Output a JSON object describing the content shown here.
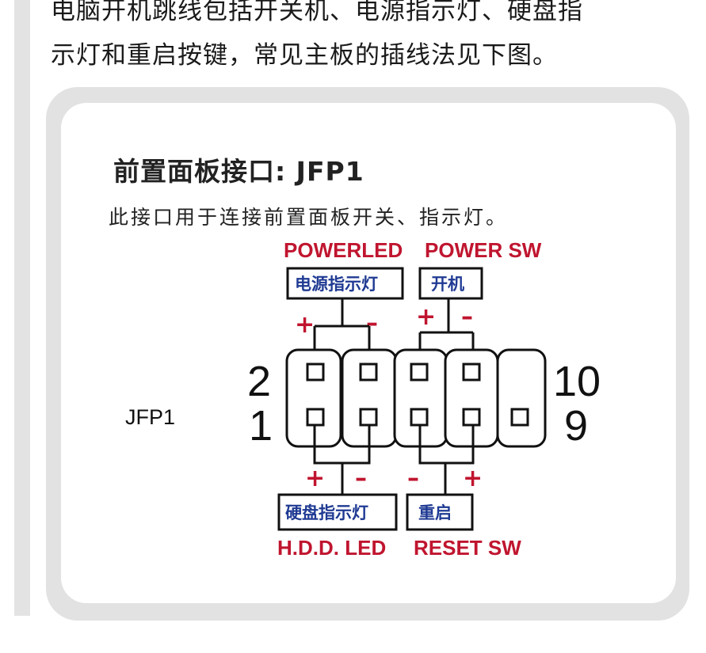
{
  "intro": {
    "line1": "电脑开机跳线包括开关机、电源指示灯、硬盘指",
    "line2": "示灯和重启按键，常见主板的插线法见下图。"
  },
  "card": {
    "title": "前置面板接口: JFP1",
    "subtitle": "此接口用于连接前置面板开关、指示灯。"
  },
  "diagram": {
    "connector_label": "JFP1",
    "pin_numbers": {
      "top_left": "2",
      "bottom_left": "1",
      "top_right": "10",
      "bottom_right": "9"
    },
    "top_labels": [
      {
        "en": "POWERLED",
        "zh": "电源指示灯",
        "plus": "+",
        "minus": "–"
      },
      {
        "en": "POWER SW",
        "zh": "开机",
        "plus": "+",
        "minus": "–"
      }
    ],
    "bottom_labels": [
      {
        "en": "H.D.D. LED",
        "zh": "硬盘指示灯",
        "plus": "+",
        "minus": "–"
      },
      {
        "en": "RESET SW",
        "zh": "重启",
        "minus": "–",
        "plus": "+"
      }
    ],
    "colors": {
      "red": "#c0152f",
      "blue": "#1f3a93",
      "line": "#111111"
    }
  }
}
